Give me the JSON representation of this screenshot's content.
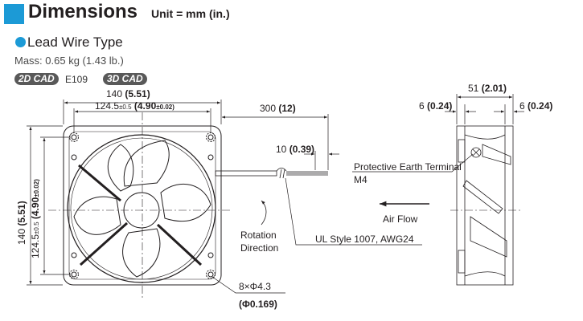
{
  "header": {
    "title": "Dimensions",
    "unit": "Unit = mm (in.)",
    "accent_color": "#1c9ad6"
  },
  "section": {
    "title": "Lead Wire Type",
    "mass": "Mass: 0.65 kg (1.43 lb.)",
    "cad_2d_label": "2D CAD",
    "cad_2d_code": "E109",
    "cad_3d_label": "3D CAD"
  },
  "drawing": {
    "width_mm": "140",
    "width_in": "(5.51)",
    "hole_pitch_mm": "124.5",
    "hole_pitch_tol": "±0.5",
    "hole_pitch_in": "(4.90",
    "hole_pitch_in_tol": "±0.02)",
    "lead_len_mm": "300",
    "lead_len_in": "(12)",
    "strip_mm": "10",
    "strip_in": "(0.39)",
    "height_mm": "140",
    "height_in": "(5.51)",
    "rotation_label_1": "Rotation",
    "rotation_label_2": "Direction",
    "wire_spec": "UL Style 1007, AWG24",
    "hole_spec": "8×Φ4.3",
    "hole_spec_in": "(Φ0.169)",
    "depth_mm": "51",
    "depth_in": "(2.01)",
    "flange_left_mm": "6",
    "flange_left_in": "(0.24)",
    "flange_right_mm": "6",
    "flange_right_in": "(0.24)",
    "pe_terminal_1": "Protective Earth Terminal",
    "pe_terminal_2": "M4",
    "air_flow": "Air Flow"
  }
}
